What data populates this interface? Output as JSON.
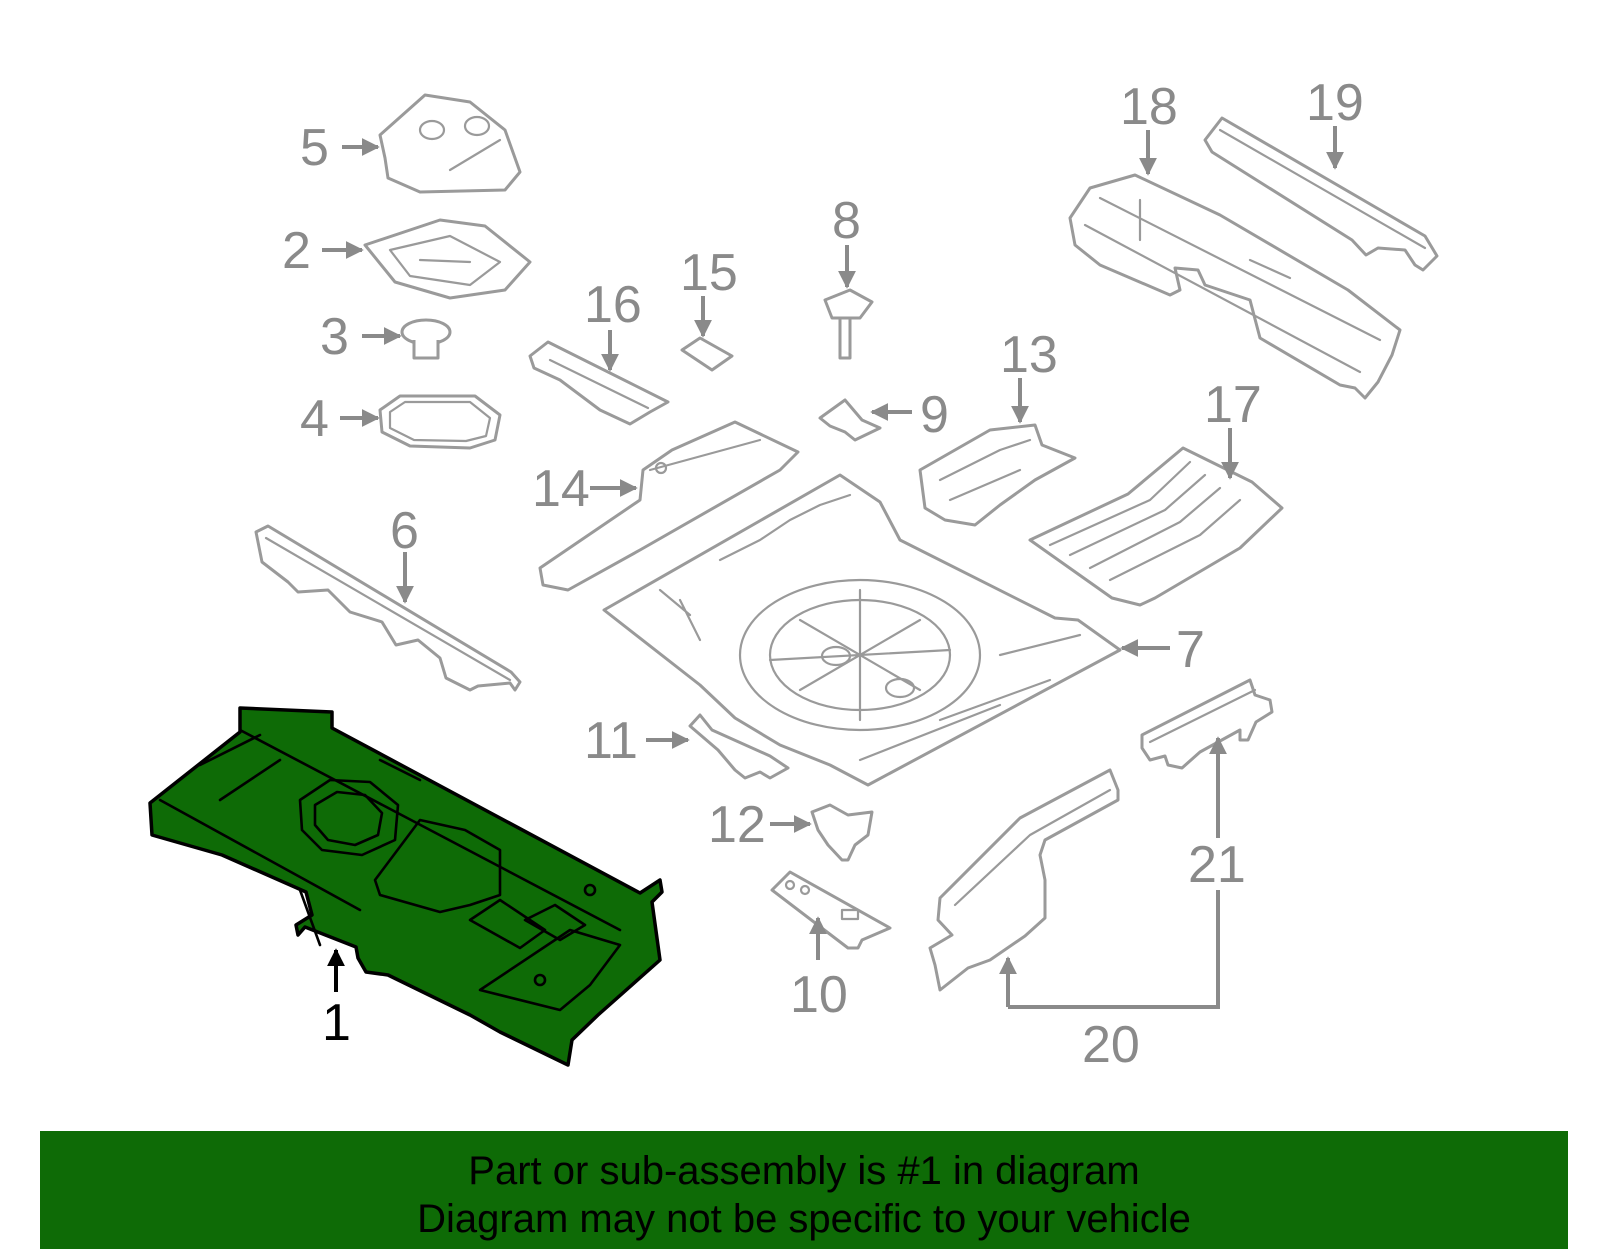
{
  "callouts": {
    "c1": "1",
    "c2": "2",
    "c3": "3",
    "c4": "4",
    "c5": "5",
    "c6": "6",
    "c7": "7",
    "c8": "8",
    "c9": "9",
    "c10": "10",
    "c11": "11",
    "c12": "12",
    "c13": "13",
    "c14": "14",
    "c15": "15",
    "c16": "16",
    "c17": "17",
    "c18": "18",
    "c19": "19",
    "c20": "20",
    "c21": "21"
  },
  "banner": {
    "line1": "Part or sub-assembly is #1 in diagram",
    "line2": "Diagram may not be specific to your vehicle"
  },
  "colors": {
    "highlight": "#0e6b06",
    "outline": "#9a9a9a",
    "label": "#8a8a8a"
  }
}
